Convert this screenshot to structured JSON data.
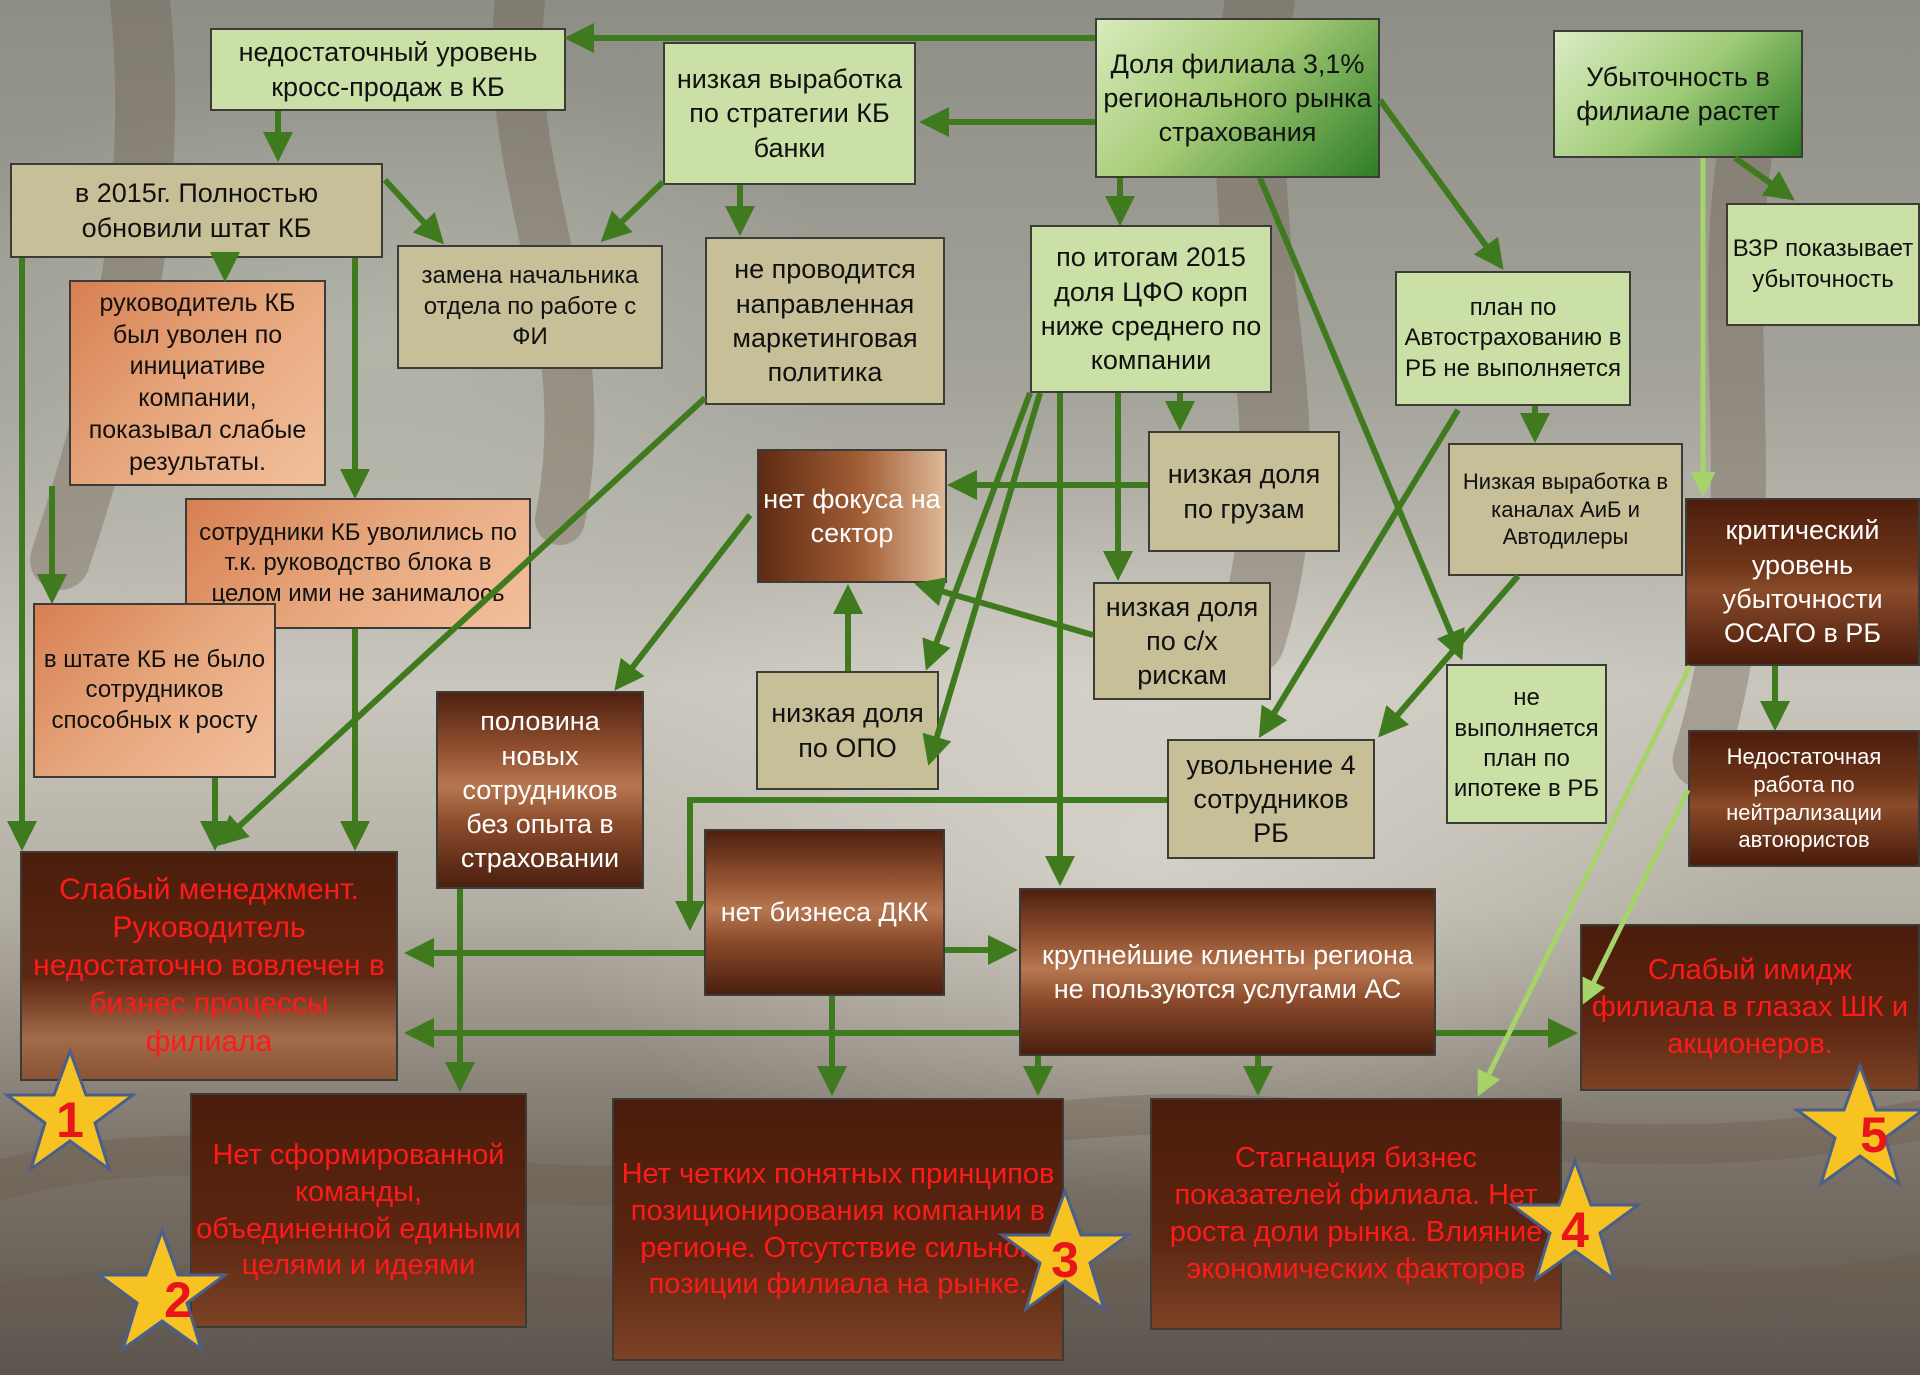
{
  "boxes": {
    "cross_sales": "недостаточный уровень кросс-продаж в КБ",
    "low_output_kb": "низкая выработка по стратегии КБ банки",
    "branch_share": "Доля филиала 3,1% регионального рынка страхования",
    "losses_grow": "Убыточность в филиале растет",
    "staff_renewed": "в 2015г. Полностью обновили штат КБ",
    "head_replaced": "замена начальника отдела по работе с ФИ",
    "no_marketing": "не проводится направленная маркетинговая политика",
    "cfo_share": "по итогам 2015 доля ЦФО корп ниже среднего по компании",
    "auto_plan": "план по Автострахованию в РБ не выполняется",
    "vzr": "ВЗР показывает убыточность",
    "kb_head_fired": "руководитель КБ был уволен по инициативе компании, показывал слабые результаты.",
    "kb_staff_quit": "сотрудники КБ уволились по т.к. руководство блока в целом ими не занималось",
    "no_capable": "в штате КБ не было сотрудников способных к росту",
    "no_focus": "нет фокуса на сектор",
    "low_cargo": "низкая доля по грузам",
    "low_aib": "Низкая выработка в каналах АиБ и Автодилеры",
    "critical_osago": "критический уровень убыточности ОСАГО в РБ",
    "low_agri": "низкая доля по с/х рискам",
    "low_opo": "низкая доля по ОПО",
    "half_new": "половина новых сотрудников без опыта в страховании",
    "fired_4": "увольнение 4 сотрудников РБ",
    "mortgage_plan": "не выполняется план по ипотеке в РБ",
    "autolawyers": "Недостаточная работа по нейтрализации автоюристов",
    "no_dkk": "нет бизнеса ДКК",
    "big_clients": "крупнейшие клиенты региона не пользуются услугами АС"
  },
  "results": {
    "weak_mgmt": "Слабый менеджмент. Руководитель недостаточно вовлечен в бизнес процессы филиала",
    "no_team": "Нет сформированной команды, объединенной едиными целями и идеями",
    "no_positioning": "Нет четких понятных принципов позиционирования компании в регионе. Отсутствие сильной позиции филиала на рынке.",
    "stagnation": "Стагнация бизнес показателей филиала. Нет роста доли рынка. Влияние экономических факторов",
    "weak_image": "Слабый имидж филиала в глазах ШК и акционеров."
  },
  "stars": [
    "1",
    "2",
    "3",
    "4",
    "5"
  ],
  "colors": {
    "arrow": "#3f7a1e",
    "arrow_light": "#a6d36a",
    "result_text": "#ff1a1a",
    "star_fill": "#f7c323",
    "star_text": "#e8161b"
  }
}
